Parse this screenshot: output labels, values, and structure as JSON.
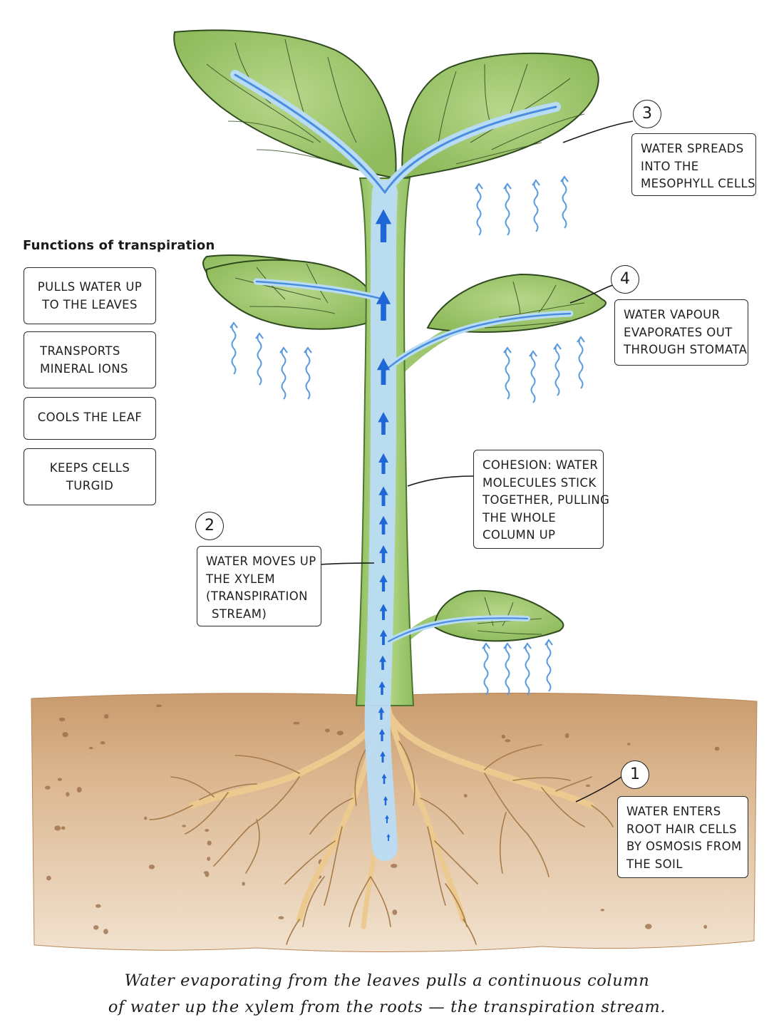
{
  "functions": {
    "title": "Functions of transpiration",
    "items": [
      {
        "lines": [
          "PULLS WATER UP",
          "TO THE LEAVES"
        ]
      },
      {
        "lines": [
          "TRANSPORTS",
          "MINERAL IONS"
        ]
      },
      {
        "lines": [
          "COOLS THE LEAF"
        ]
      },
      {
        "lines": [
          "KEEPS CELLS",
          "TURGID"
        ]
      }
    ]
  },
  "callouts": {
    "step1": {
      "number": "1",
      "lines": [
        "WATER ENTERS",
        "ROOT HAIR CELLS",
        "BY OSMOSIS FROM",
        "THE SOIL"
      ]
    },
    "step2": {
      "number": "2",
      "lines": [
        "WATER MOVES UP",
        "THE XYLEM",
        "(TRANSPIRATION",
        "STREAM)"
      ]
    },
    "step3": {
      "number": "3",
      "lines": [
        "WATER SPREADS",
        "INTO THE",
        "MESOPHYLL CELLS"
      ]
    },
    "step4": {
      "number": "4",
      "lines": [
        "WATER VAPOUR",
        "EVAPORATES OUT",
        "THROUGH STOMATA"
      ]
    },
    "cohesion": {
      "lines": [
        "COHESION: WATER",
        "MOLECULES STICK",
        "TOGETHER, PULLING",
        "THE WHOLE",
        "COLUMN UP"
      ]
    }
  },
  "caption": {
    "line1": "Water evaporating from the leaves pulls a continuous column",
    "line2": "of water up the xylem from the roots — the transpiration stream."
  },
  "colors": {
    "leaf": "#9cc46a",
    "leaf_edge": "#2f4a1e",
    "stem": "#a9cf7b",
    "xylem": "#b9dcf5",
    "arrow": "#1f66d6",
    "vapour": "#5a9be0",
    "soil": "#d6ad84",
    "root": "#f1d6a6"
  }
}
